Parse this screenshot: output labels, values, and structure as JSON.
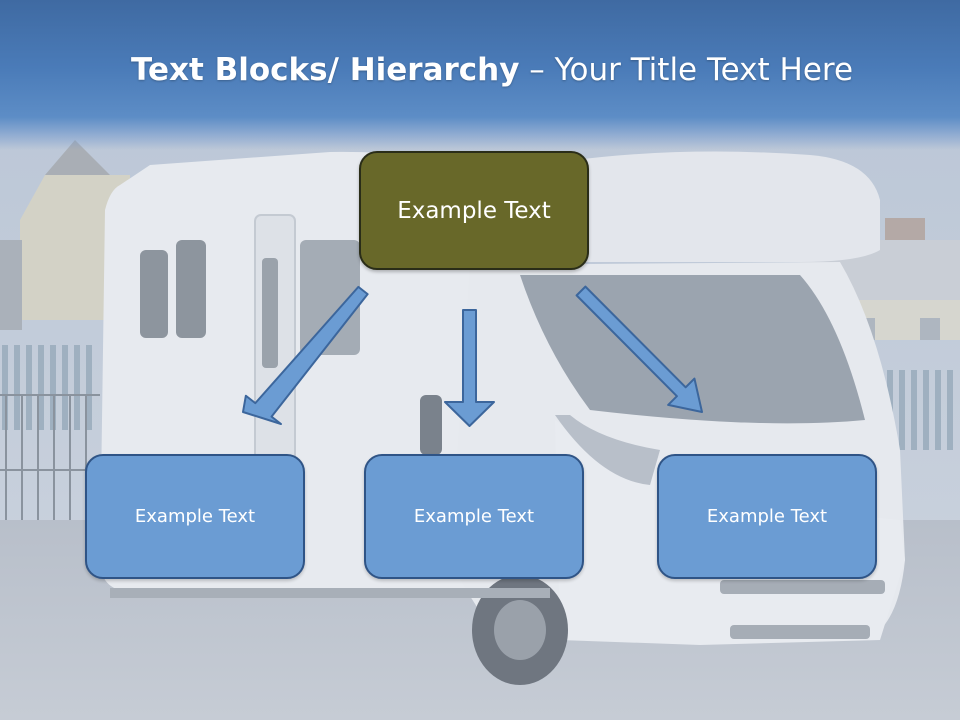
{
  "slide": {
    "title_bold": "Text Blocks/ Hierarchy",
    "title_rest": " – Your Title Text Here"
  },
  "hierarchy": {
    "top": {
      "label": "Example Text",
      "color": "#686829"
    },
    "children": [
      {
        "label": "Example Text"
      },
      {
        "label": "Example Text"
      },
      {
        "label": "Example Text"
      }
    ],
    "child_color": "#6b9cd3",
    "arrow_color": "#6b9cd3"
  },
  "background": {
    "subject": "motorhome-photo"
  }
}
